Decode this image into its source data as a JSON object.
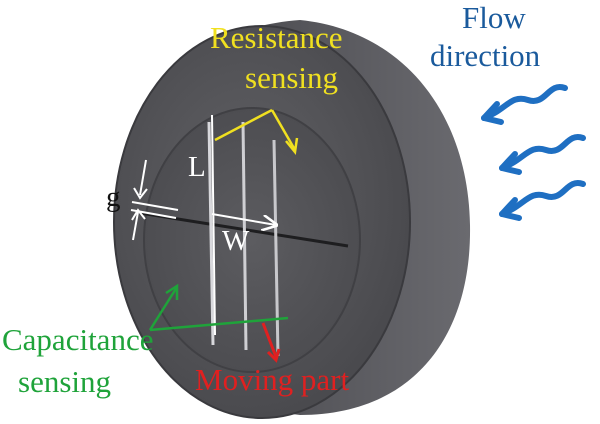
{
  "labels": {
    "resistance_line1": "Resistance",
    "resistance_line2": "sensing",
    "flow_line1": "Flow",
    "flow_line2": "direction",
    "capacitance_line1": "Capacitance",
    "capacitance_line2": "sensing",
    "moving_part": "Moving part",
    "length_symbol": "L",
    "width_symbol": "W",
    "gap_symbol": "g"
  },
  "colors": {
    "resistance": "#f0e020",
    "flow": "#1a5a9c",
    "flow_arrow": "#1f6fc2",
    "capacitance": "#1fa33a",
    "moving_part": "#e02020",
    "body": "#4e4e52",
    "face": "#56565a",
    "dimension": "#ffffff"
  },
  "icons": {
    "flow_arrows": "wavy-arrow-icon"
  }
}
